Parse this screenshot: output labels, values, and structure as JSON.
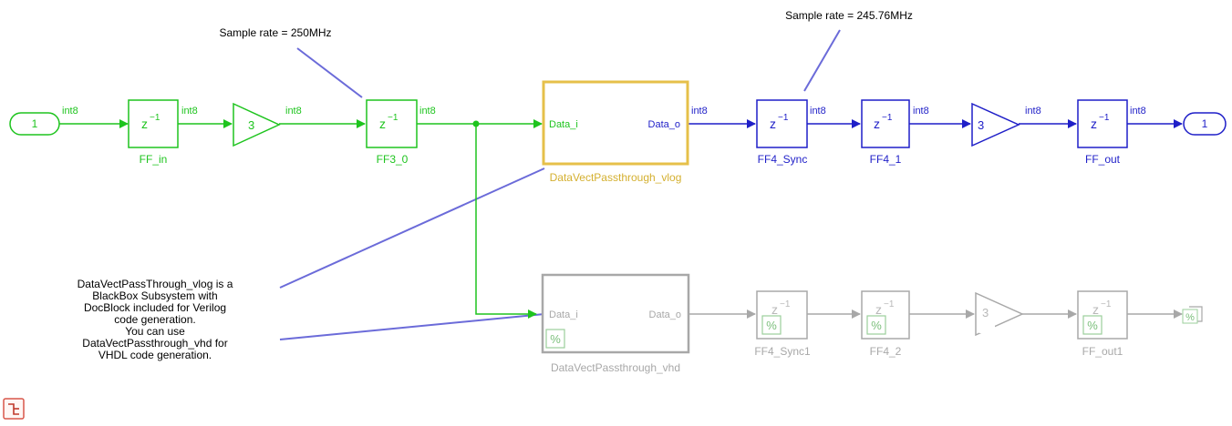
{
  "annotations": {
    "rate_a": "Sample rate = 250MHz",
    "rate_b": "Sample rate = 245.76MHz",
    "note_lines": [
      "DataVectPassThrough_vlog is a",
      "BlackBox Subsystem with",
      "DocBlock included for Verilog",
      "code generation.",
      "You can use",
      "DataVectPassthrough_vhd for",
      "VHDL code generation."
    ]
  },
  "signal_type": "int8",
  "ports": {
    "inport_label": "1",
    "outport_label": "1"
  },
  "blocks": {
    "ff_in": "FF_in",
    "gain_value": "3",
    "ff3_0": "FF3_0",
    "vlog_subsystem": "DataVectPassthrough_vlog",
    "vlog_in_port": "Data_i",
    "vlog_out_port": "Data_o",
    "ff4_sync": "FF4_Sync",
    "ff4_1": "FF4_1",
    "gain2_value": "3",
    "ff_out": "FF_out",
    "vhd_subsystem": "DataVectPassthrough_vhd",
    "vhd_in_port": "Data_i",
    "vhd_out_port": "Data_o",
    "ff4_sync1": "FF4_Sync1",
    "ff4_2": "FF4_2",
    "gain3_value": "3",
    "ff_out1": "FF_out1",
    "delay_symbol": "z",
    "delay_exp": "−1",
    "comment_symbol": "%"
  },
  "colors": {
    "green": "#1ec41e",
    "blue": "#1f1fc8",
    "gold": "#e6c04a",
    "gray": "#a8a8a8",
    "annotation_line": "#6b6bd9"
  }
}
